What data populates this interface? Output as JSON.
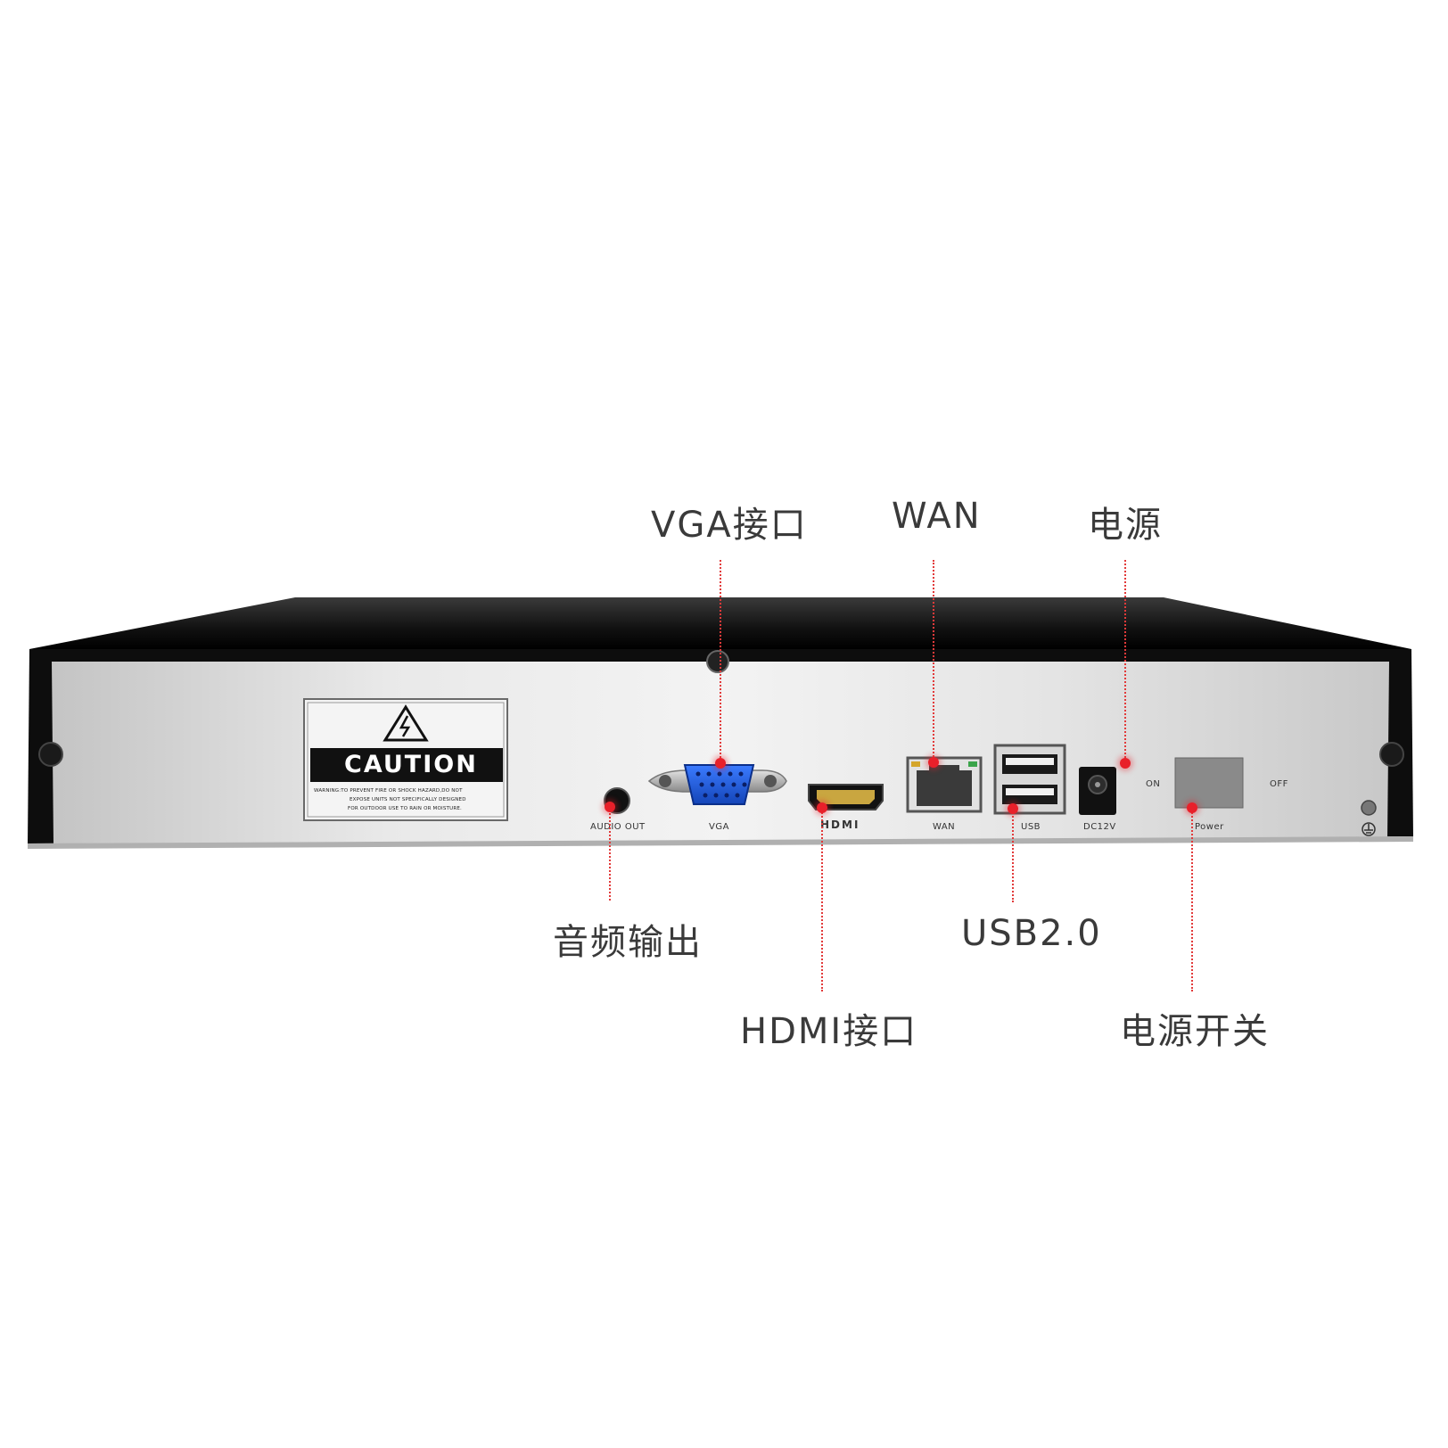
{
  "callouts": {
    "vga": "VGA接口",
    "wan": "WAN",
    "power": "电源",
    "audio": "音频输出",
    "usb": "USB2.0",
    "hdmi": "HDMI接口",
    "power_switch": "电源开关"
  },
  "panel_labels": {
    "audio_out": "AUDIO OUT",
    "vga": "VGA",
    "hdmi": "HDMI",
    "wan": "WAN",
    "usb": "USB",
    "dc": "DC12V",
    "on": "ON",
    "off": "OFF",
    "power": "Power"
  },
  "caution_label": {
    "title": "CAUTION",
    "lines": [
      "WARNING:TO PREVENT FIRE OR SHOCK HAZARD,DO NOT",
      "EXPOSE UNITS NOT SPECIFICALLY DESIGNED",
      "FOR OUTDOOR USE TO RAIN OR MOISTURE."
    ]
  },
  "colors": {
    "accent_dot": "#e8202a",
    "leader_line": "#e23a3a",
    "callout_text": "#3a3a3a",
    "case_black": "#111111",
    "panel_silver": "#d8d8d8",
    "vga_blue": "#1e5bd8"
  }
}
